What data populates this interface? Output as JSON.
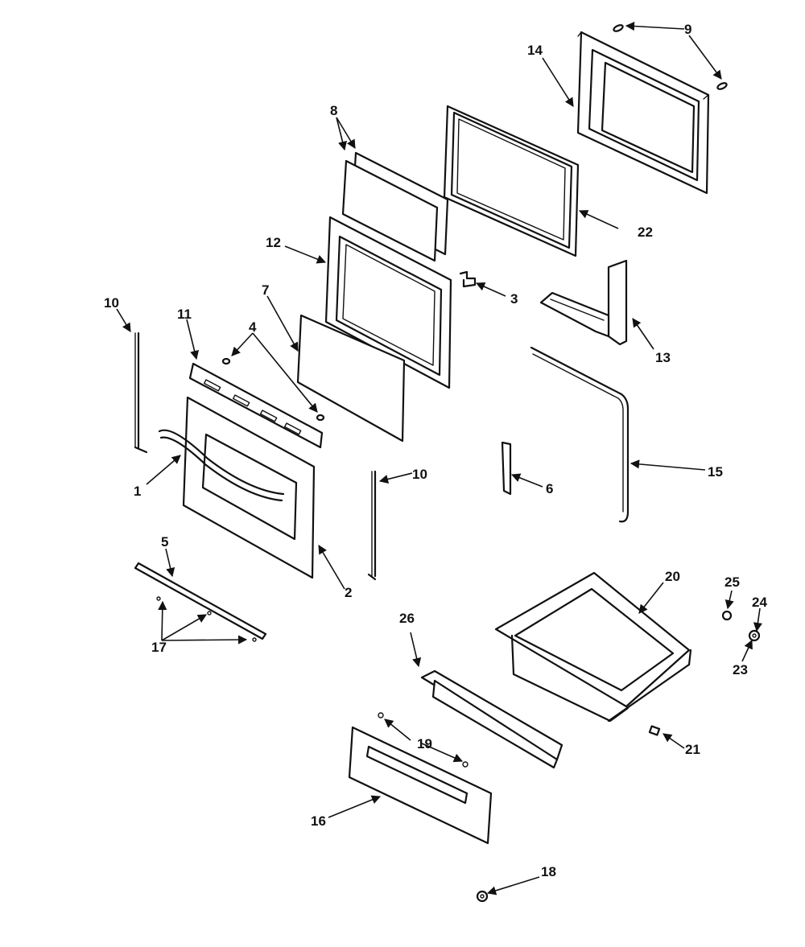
{
  "callouts": [
    "1",
    "2",
    "3",
    "4",
    "5",
    "6",
    "7",
    "8",
    "9",
    "10",
    "10",
    "11",
    "12",
    "13",
    "14",
    "15",
    "16",
    "17",
    "18",
    "19",
    "20",
    "21",
    "22",
    "23",
    "24",
    "25",
    "26"
  ],
  "colors": {
    "ink": "#111111",
    "paper": "#ffffff"
  }
}
